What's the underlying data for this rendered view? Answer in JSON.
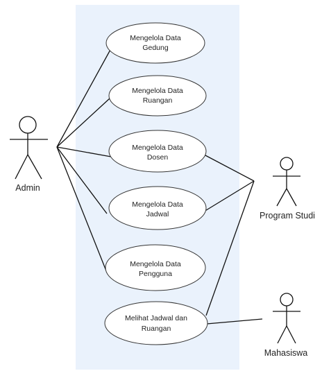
{
  "use_cases": [
    {
      "line1": "Mengelola Data",
      "line2": "Gedung"
    },
    {
      "line1": "Mengelola Data",
      "line2": "Ruangan"
    },
    {
      "line1": "Mengelola Data",
      "line2": "Dosen"
    },
    {
      "line1": "Mengelola Data",
      "line2": "Jadwal"
    },
    {
      "line1": "Mengelola Data",
      "line2": "Pengguna"
    },
    {
      "line1": "Melihat Jadwal dan",
      "line2": "Ruangan"
    }
  ],
  "actors": {
    "admin": "Admin",
    "program_studi": "Program Studi",
    "mahasiswa": "Mahasiswa"
  },
  "colors": {
    "system_boundary": "#eaf2fc",
    "ellipse_fill": "#ffffff",
    "line": "#111111"
  }
}
